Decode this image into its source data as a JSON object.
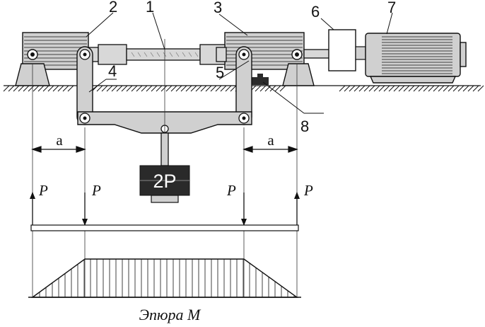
{
  "callouts": {
    "shaft": "1",
    "left_bearing_housing": "2",
    "right_bearing_housing": "3",
    "left_link": "4",
    "right_link": "5",
    "coupling_box": "6",
    "motor": "7",
    "counter": "8"
  },
  "load_weight_label": "2P",
  "force_label": "P",
  "distance_label": "a",
  "diagram_caption": "Эпюра M",
  "colors": {
    "line": "#111111",
    "part_fill": "#d0d0d0",
    "dark_fill": "#2a2a2a",
    "ground_hatch": "#333333"
  }
}
